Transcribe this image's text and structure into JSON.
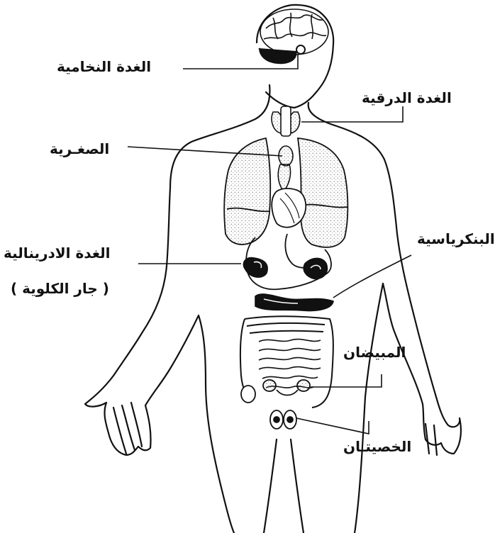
{
  "labels": {
    "pituitary": "الغدة النخامية",
    "thyroid": "الغدة الدرقية",
    "thymus": "الصغـرية",
    "adrenal": "الغدة الادرينالية",
    "adrenal_note": "( جار الكلوية )",
    "pancreas": "البنكرياسية",
    "ovaries": "المبيضان",
    "testes": "الخصيتـان"
  },
  "colors": {
    "ink": "#111111",
    "paper": "#ffffff"
  }
}
